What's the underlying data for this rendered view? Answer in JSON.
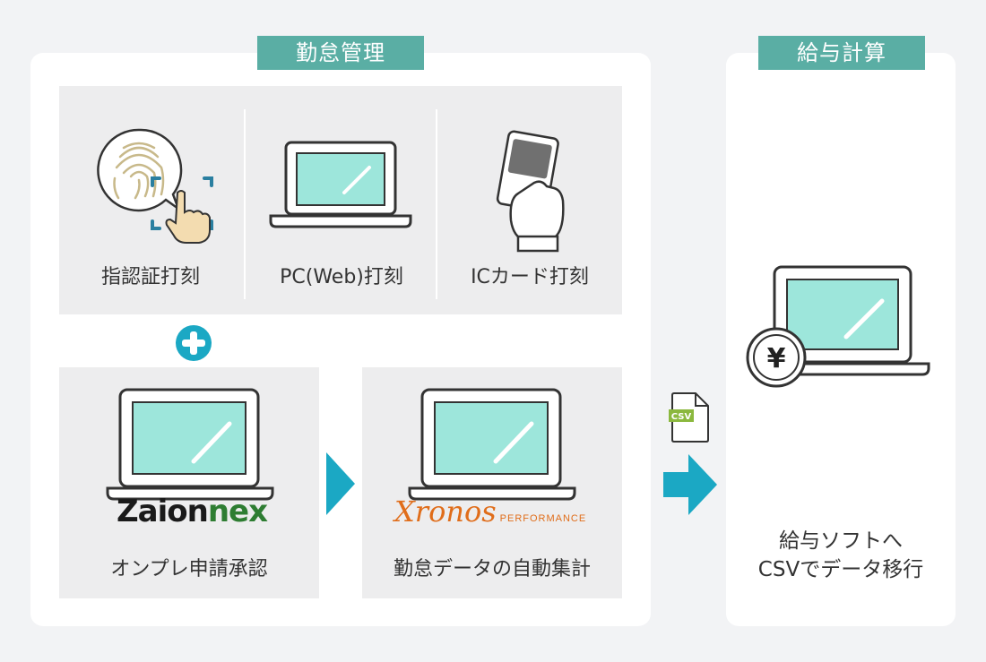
{
  "attendance": {
    "title": "勤怠管理",
    "methods": [
      {
        "label": "指認証打刻",
        "icon": "fingerprint-icon"
      },
      {
        "label": "PC(Web)打刻",
        "icon": "laptop-icon"
      },
      {
        "label": "ICカード打刻",
        "icon": "ic-card-icon"
      }
    ],
    "plus_icon": "plus-icon",
    "zaion": {
      "brand_main": "Zaion",
      "brand_accent": "nex",
      "label": "オンプレ申請承認"
    },
    "xronos": {
      "brand_main": "Xronos",
      "brand_sub": "PERFORMANCE",
      "label": "勤怠データの自動集計"
    }
  },
  "payroll": {
    "title": "給与計算",
    "yen_symbol": "¥",
    "description_lines": [
      "給与ソフトへ",
      "CSVでデータ移行"
    ]
  },
  "csv_file": {
    "label": "CSV"
  },
  "colors": {
    "accent": "#5aaea4",
    "arrow": "#1ba8c4",
    "screen": "#9de6db",
    "box": "#ededee"
  }
}
